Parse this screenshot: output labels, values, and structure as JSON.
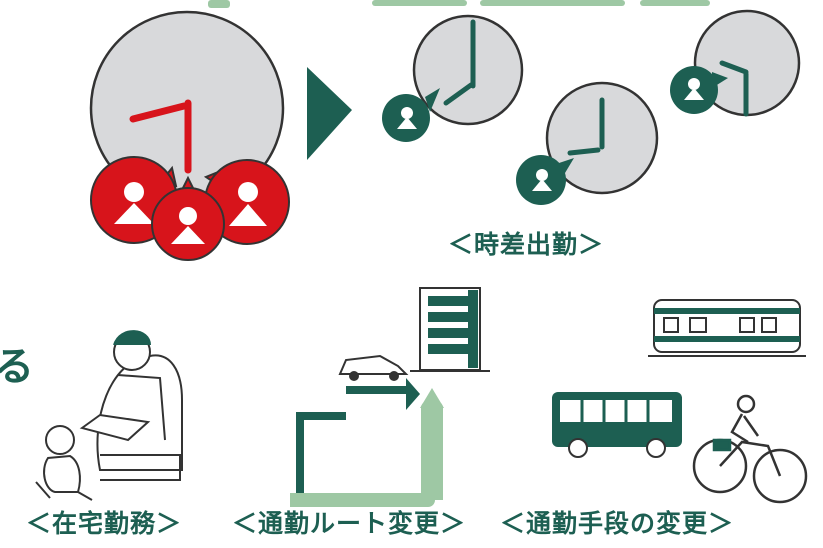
{
  "colors": {
    "green_dark": "#1d5f52",
    "green_light": "#9ec8a4",
    "red": "#d7141b",
    "clock_gray": "#d8d9db",
    "outline": "#333333"
  },
  "captions": {
    "staggered": "＜時差出勤＞",
    "remote": "＜在宅勤務＞",
    "route": "＜通勤ルート変更＞",
    "means": "＜通勤手段の変更＞"
  },
  "edge_glyph": "る"
}
